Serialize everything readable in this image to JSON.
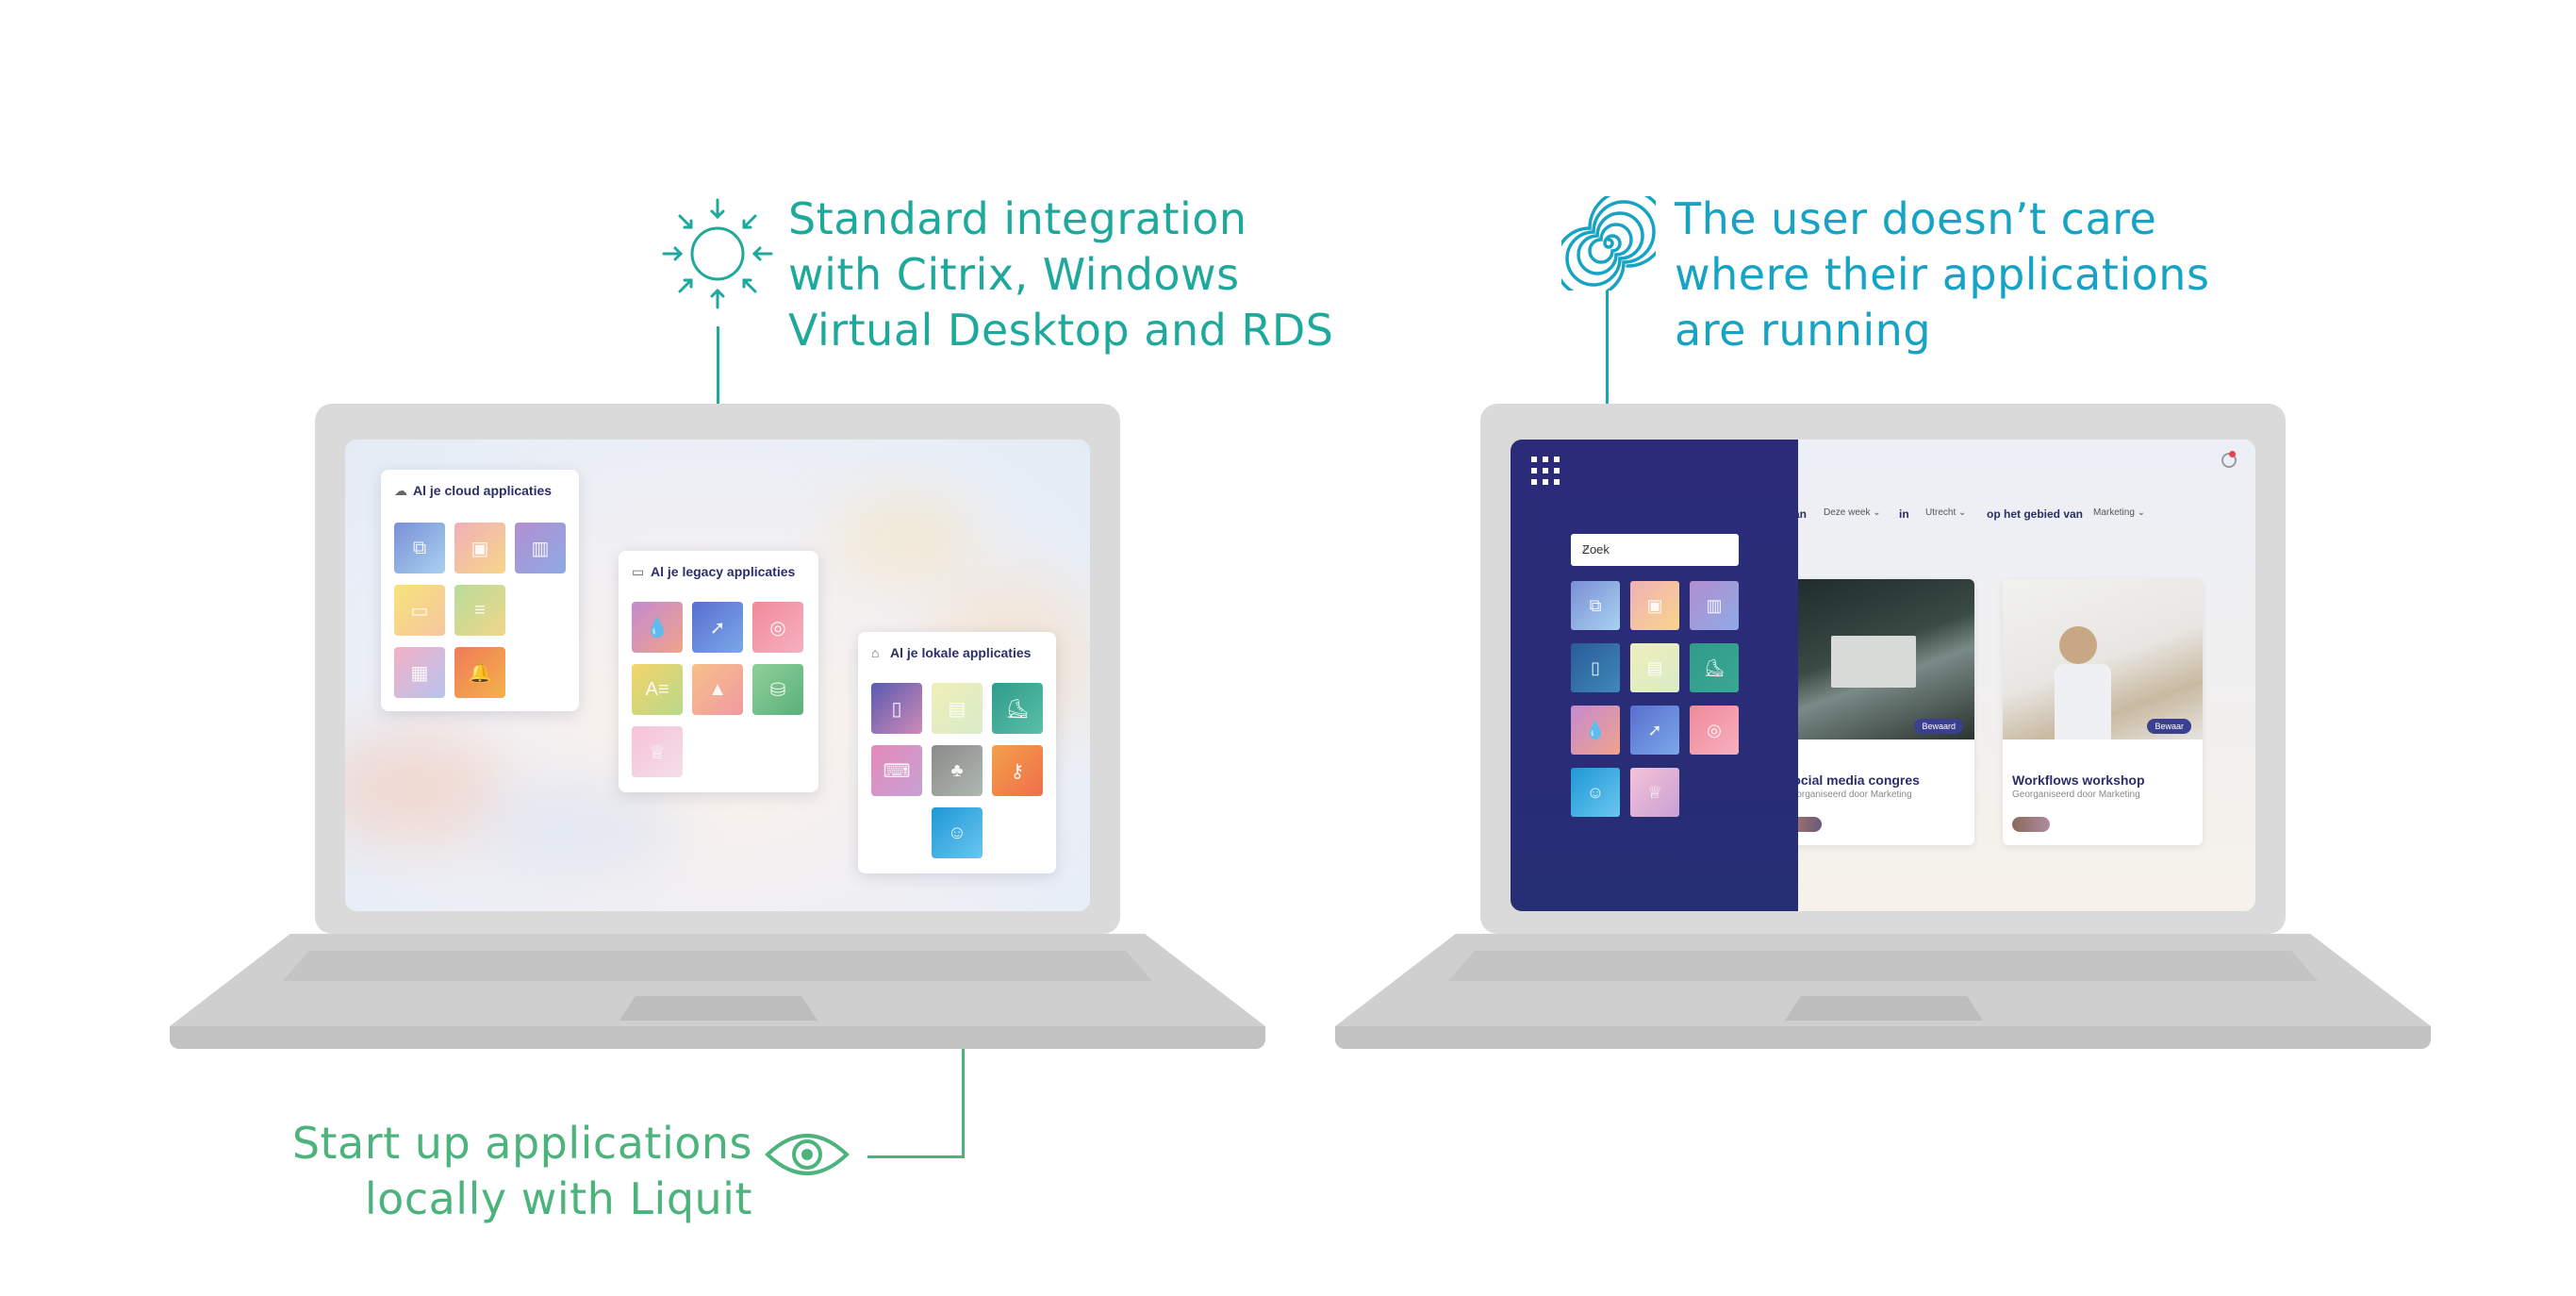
{
  "captions": {
    "integration": [
      "Standard integration",
      "with Citrix, Windows",
      "Virtual Desktop and RDS"
    ],
    "user": [
      "The user doesn’t care",
      "where their applications",
      "are running"
    ],
    "local": [
      "Start up applications",
      "locally with Liquit"
    ]
  },
  "colors": {
    "integration": "#1fa99c",
    "user": "#16a3c4",
    "local": "#4db37d",
    "sidebar": "#2c2b7a"
  },
  "left_screen": {
    "cards": [
      {
        "icon": "cloud-icon",
        "title": "Al je cloud applicaties"
      },
      {
        "icon": "monitor-icon",
        "title": "Al je legacy applicaties"
      },
      {
        "icon": "home-icon",
        "title": "Al je lokale applicaties"
      }
    ]
  },
  "right_screen": {
    "search_placeholder": "Zoek",
    "feed": {
      "fragment_1": "an",
      "filter_1": "Deze week ⌄",
      "word_in": "in",
      "filter_2": "Utrecht ⌄",
      "phrase": "op het gebied van",
      "filter_3": "Marketing ⌄"
    },
    "events": [
      {
        "title": "Social media congres",
        "subtitle": "Georganiseerd door Marketing",
        "badge": "Bewaard"
      },
      {
        "title": "Workflows workshop",
        "subtitle": "Georganiseerd door Marketing",
        "badge": "Bewaar"
      }
    ]
  }
}
